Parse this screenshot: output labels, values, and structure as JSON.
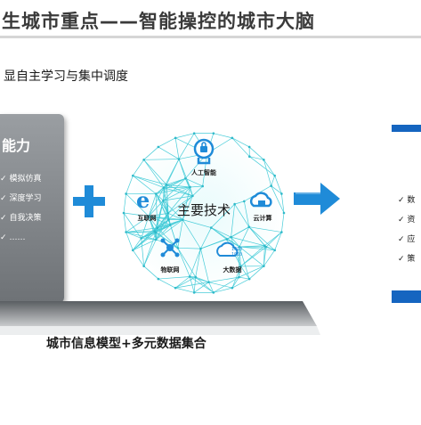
{
  "header": {
    "title": "生城市重点——智能操控的城市大脑",
    "subtitle": "显自主学习与集中调度"
  },
  "left_panel": {
    "title": "能力",
    "items": [
      "模拟仿真",
      "深度学习",
      "自我决策",
      "……"
    ],
    "check_mark": "✓"
  },
  "center": {
    "label": "主要技术",
    "nodes": {
      "ai": "人工智能",
      "internet": "互联网",
      "cloud": "云计算",
      "iot": "物联网",
      "bigdata": "大数据"
    },
    "bigdata_digits": [
      "1010",
      "1010"
    ]
  },
  "right_panel": {
    "items": [
      "数",
      "资",
      "应",
      "策"
    ],
    "check_mark": "✓"
  },
  "caption": "城市信息模型+多元数据集合",
  "colors": {
    "accent_blue": "#1f8bd8",
    "mesh_cyan": "#29c4d2",
    "panel_gray": "#7b7f83",
    "right_bar": "#1565c0"
  }
}
